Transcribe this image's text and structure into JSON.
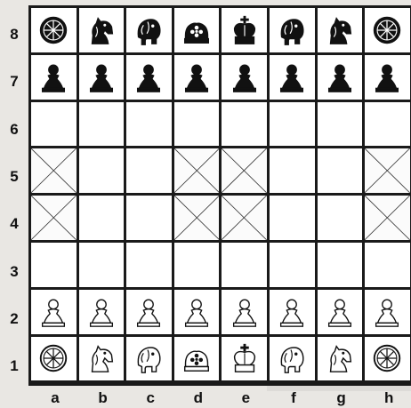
{
  "board": {
    "files": [
      "a",
      "b",
      "c",
      "d",
      "e",
      "f",
      "g",
      "h"
    ],
    "ranks": [
      "8",
      "7",
      "6",
      "5",
      "4",
      "3",
      "2",
      "1"
    ],
    "crossed_squares": [
      "a5",
      "d5",
      "e5",
      "h5",
      "a4",
      "d4",
      "e4",
      "h4"
    ],
    "pieces": {
      "8": [
        "wheel",
        "knight",
        "elephant",
        "ferz",
        "king",
        "elephant",
        "knight",
        "wheel"
      ],
      "7": [
        "pawn",
        "pawn",
        "pawn",
        "pawn",
        "pawn",
        "pawn",
        "pawn",
        "pawn"
      ],
      "2": [
        "pawn",
        "pawn",
        "pawn",
        "pawn",
        "pawn",
        "pawn",
        "pawn",
        "pawn"
      ],
      "1": [
        "wheel",
        "knight",
        "elephant",
        "ferz",
        "king",
        "elephant",
        "knight",
        "wheel"
      ]
    },
    "piece_colors": {
      "8": "black",
      "7": "black",
      "2": "white",
      "1": "white"
    }
  },
  "colors": {
    "line": "#1a1a1a",
    "square": "#ffffff",
    "label": "#111111"
  }
}
